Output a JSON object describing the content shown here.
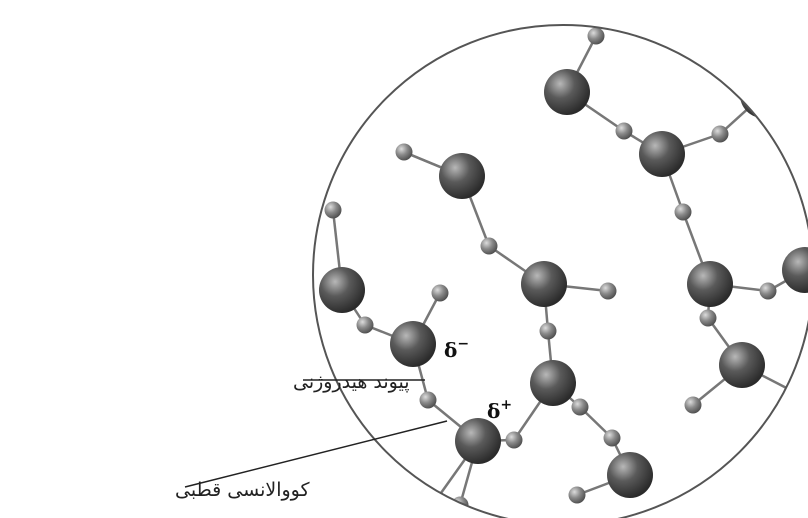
{
  "labels": {
    "hydrogen_bond": "پیوند هیدروژنی",
    "polar_covalent": "کووالانسی قطبی",
    "delta_minus": "δ",
    "delta_minus_sign": "−",
    "delta_plus": "δ",
    "delta_plus_sign": "+"
  },
  "colors": {
    "oxygen": "#4a4a4a",
    "hydrogen": "#7d7d7d",
    "bond": "#777777",
    "outline": "#555555",
    "text": "#222222"
  },
  "icons": [
    "water-molecule-network",
    "circle-boundary"
  ]
}
